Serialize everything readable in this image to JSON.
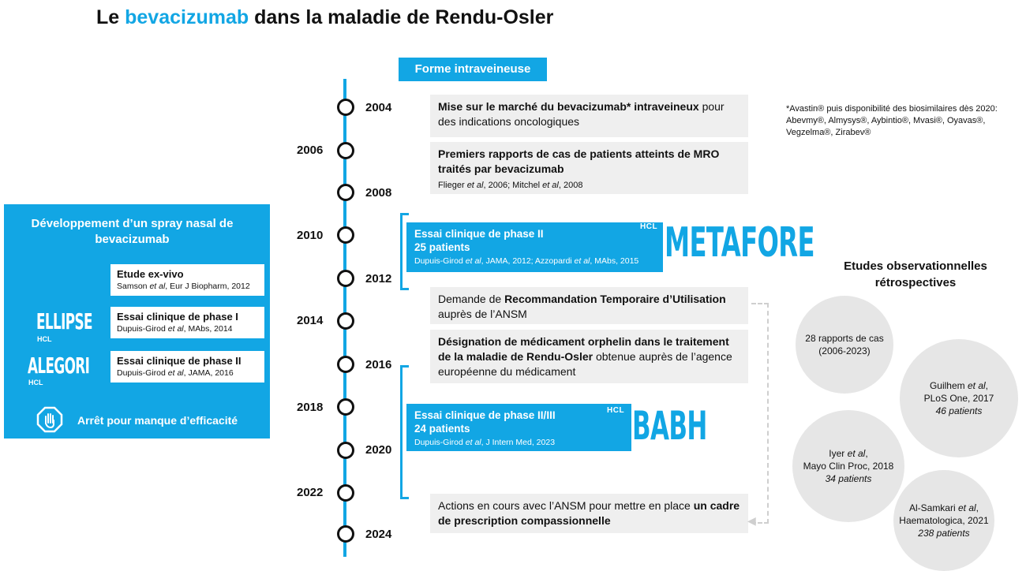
{
  "title": {
    "prefix": "Le ",
    "highlight": "bevacizumab",
    "suffix": " dans la maladie de Rendu-Osler"
  },
  "iv_label": "Forme intraveineuse",
  "footnote": "*Avastin® puis disponibilité des biosimilaires dès 2020: Abevmy®, Almysys®, Aybintio®, Mvasi®, Oyavas®, Vegzelma®, Zirabev®",
  "years": [
    "2004",
    "2006",
    "2008",
    "2010",
    "2012",
    "2014",
    "2016",
    "2018",
    "2020",
    "2022",
    "2024"
  ],
  "events": {
    "e2004": {
      "bold": "Mise sur le marché du bevacizumab* intraveineux",
      "rest": " pour des indications oncologiques"
    },
    "e2006": {
      "bold": "Premiers rapports de cas de patients atteints de MRO traités par bevacizumab",
      "ref1": "Flieger ",
      "ref1i": "et al",
      "ref2": ", 2006; Mitchel ",
      "ref2i": "et al",
      "ref3": ", 2008"
    },
    "e2014a": {
      "pre": "Demande de ",
      "bold": "Recommandation Temporaire d’Utilisation",
      "post": " auprès de l’ANSM"
    },
    "e2014b": {
      "bold": "Désignation de médicament orphelin dans le traitement de la maladie de Rendu-Osler",
      "post": " obtenue auprès de l’agence européenne du médicament"
    },
    "e2022": {
      "pre": "Actions en cours avec l’ANSM pour mettre en place ",
      "bold": "un cadre de prescription compassionnelle"
    }
  },
  "metafore": {
    "phase": "Essai clinique de phase II",
    "patients": "25 patients",
    "ref_a": "Dupuis-Girod ",
    "ref_ai": "et al",
    "ref_b": ", JAMA, 2012; Azzopardi ",
    "ref_bi": "et al",
    "ref_c": ", MAbs, 2015",
    "hcl": "HCL",
    "brand": "METAFORE"
  },
  "babh": {
    "phase": "Essai clinique de phase II/III",
    "patients": "24 patients",
    "ref_a": "Dupuis-Girod ",
    "ref_ai": "et al",
    "ref_b": ", J Intern Med, 2023",
    "hcl": "HCL",
    "brand": "BABH"
  },
  "spray": {
    "title": "Développement d’un spray nasal de bevacizumab",
    "items": [
      {
        "h": "Etude ex-vivo",
        "ra": "Samson ",
        "ri": "et al",
        "rb": ", Eur J Biopharm, 2012"
      },
      {
        "h": "Essai clinique de phase I",
        "ra": "Dupuis-Girod ",
        "ri": "et al",
        "rb": ", MAbs, 2014"
      },
      {
        "h": "Essai clinique de phase II",
        "ra": "Dupuis-Girod ",
        "ri": "et al",
        "rb": ", JAMA, 2016"
      }
    ],
    "brand1": "ELLIPSE",
    "brand2": "ALEGORI",
    "hcl": "HCL",
    "stop": "Arrêt pour manque d’efficacité"
  },
  "observational": {
    "title": "Etudes observationnelles rétrospectives",
    "c1": {
      "a": "28 rapports de cas",
      "b": "(2006-2023)"
    },
    "c2": {
      "a": "Guilhem ",
      "ai": "et al",
      "ac": ",",
      "b": "PLoS One, 2017",
      "p": "46 patients"
    },
    "c3": {
      "a": "Iyer ",
      "ai": "et al",
      "ac": ",",
      "b": "Mayo Clin Proc, 2018",
      "p": "34 patients"
    },
    "c4": {
      "a": "Al-Samkari ",
      "ai": "et al",
      "ac": ",",
      "b": "Haematologica, 2021",
      "p": "238 patients"
    }
  },
  "colors": {
    "accent": "#12a6e4",
    "box_grey": "#efefef",
    "circle_grey": "#e6e6e6"
  },
  "icons": {
    "stop": "hand-stop-icon"
  }
}
